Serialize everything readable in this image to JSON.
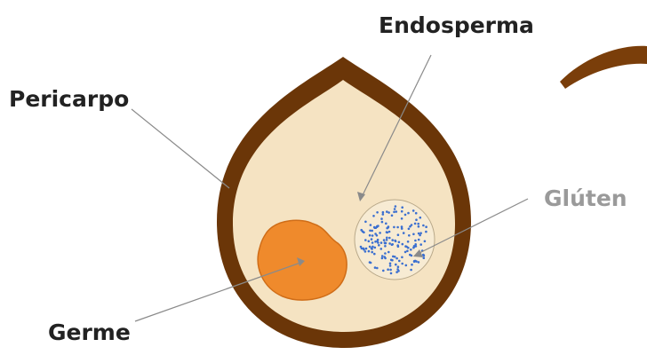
{
  "labels": {
    "endosperm": "Endosperma",
    "pericarp": "Pericarpo",
    "gluten": "Glúten",
    "germ": "Germe"
  },
  "colors": {
    "pericarp": "#6b3608",
    "endosperm": "#f5e3c2",
    "germ": "#ef8a2c",
    "germ_outline": "#cf6d18",
    "gluten_fill": "#f7ebd3",
    "gluten_dots": "#3b6fd0",
    "decor_stroke": "#7a3e0a",
    "label_dark": "#222222",
    "label_light": "#9a9a9a",
    "leader_line": "#8a8a8a"
  },
  "icons": [
    "decorative-brown-swoosh"
  ]
}
